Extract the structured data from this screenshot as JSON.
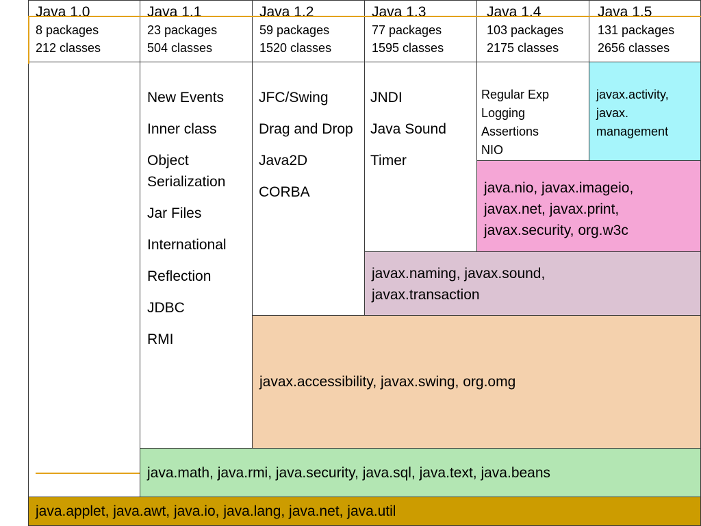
{
  "versions": [
    {
      "name": "Java 1.0",
      "packages": "8 packages",
      "classes": "212 classes",
      "features": []
    },
    {
      "name": "Java 1.1",
      "packages": "23 packages",
      "classes": "504 classes",
      "features": [
        "New Events",
        "Inner class",
        "Object Serialization",
        "Jar Files",
        "International",
        "Reflection",
        "JDBC",
        "RMI"
      ]
    },
    {
      "name": "Java 1.2",
      "packages": "59 packages",
      "classes": "1520 classes",
      "features": [
        "JFC/Swing",
        "Drag and Drop",
        "Java2D",
        "CORBA"
      ]
    },
    {
      "name": "Java 1.3",
      "packages": "77 packages",
      "classes": "1595 classes",
      "features": [
        "JNDI",
        "Java Sound",
        "Timer"
      ]
    },
    {
      "name": "Java 1.4",
      "packages": "103 packages",
      "classes": "2175 classes",
      "features": [
        "Regular Exp",
        "Logging",
        "Assertions",
        "NIO"
      ]
    },
    {
      "name": "Java 1.5",
      "packages": "131 packages",
      "classes": "2656 classes",
      "features": []
    }
  ],
  "package_bands": {
    "v15": "javax.activity, javax. management",
    "v14": "java.nio, javax.imageio, javax.net, javax.print, javax.security, org.w3c",
    "v13": "javax.naming, javax.sound, javax.transaction",
    "v12": "javax.accessibility, javax.swing, org.omg",
    "v11": "java.math, java.rmi, java.security, java.sql, java.text, java.beans",
    "v10": "java.applet, java.awt, java.io, java.lang, java.net, java.util"
  },
  "colors": {
    "v15": "#a6f5fb",
    "v14": "#f5a6d6",
    "v13": "#dcc3d3",
    "v12": "#f4d1ad",
    "v11": "#b3e6b3",
    "v10": "#cc9c00",
    "accent_line": "#e3a21a"
  }
}
